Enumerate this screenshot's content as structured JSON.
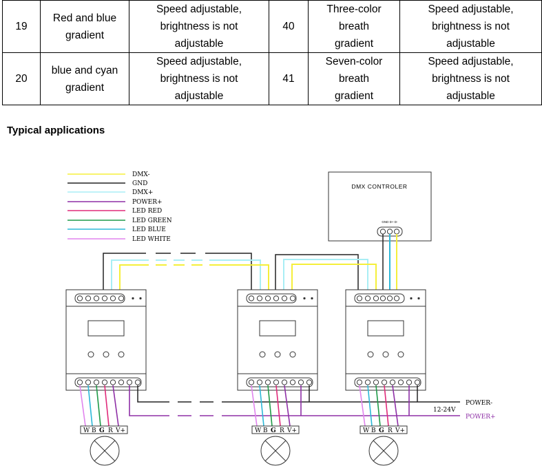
{
  "table": {
    "rows": [
      {
        "num1": "19",
        "name1": "Red and blue gradient",
        "note1": "Speed adjustable, brightness is not adjustable",
        "num2": "40",
        "name2": "Three-color breath gradient",
        "note2": "Speed adjustable, brightness is not adjustable"
      },
      {
        "num1": "20",
        "name1": "blue and cyan gradient",
        "note1": "Speed adjustable, brightness is not adjustable",
        "num2": "41",
        "name2": "Seven-color breath gradient",
        "note2": "Speed adjustable, brightness is not adjustable"
      }
    ]
  },
  "section_heading": "Typical applications",
  "diagram": {
    "legend": [
      {
        "label": "DMX-",
        "color": "#f5ef3a"
      },
      {
        "label": "GND",
        "color": "#222222"
      },
      {
        "label": "DMX+",
        "color": "#a8eef5"
      },
      {
        "label": "POWER+",
        "color": "#8e2fa6"
      },
      {
        "label": "LED RED",
        "color": "#e02a7a"
      },
      {
        "label": "LED GREEN",
        "color": "#1f9a48"
      },
      {
        "label": "LED BLUE",
        "color": "#2cb8d8"
      },
      {
        "label": "LED WHITE",
        "color": "#e184ee"
      }
    ],
    "controller_label": "DMX CONTROLER",
    "controller_pins": "GND D+ D-",
    "power_minus_label": "POWER-",
    "power_plus_label": "POWER+",
    "voltage_label": "12-24V",
    "lamp_terminals": [
      "W",
      "B",
      "G",
      "R",
      "V+"
    ]
  }
}
